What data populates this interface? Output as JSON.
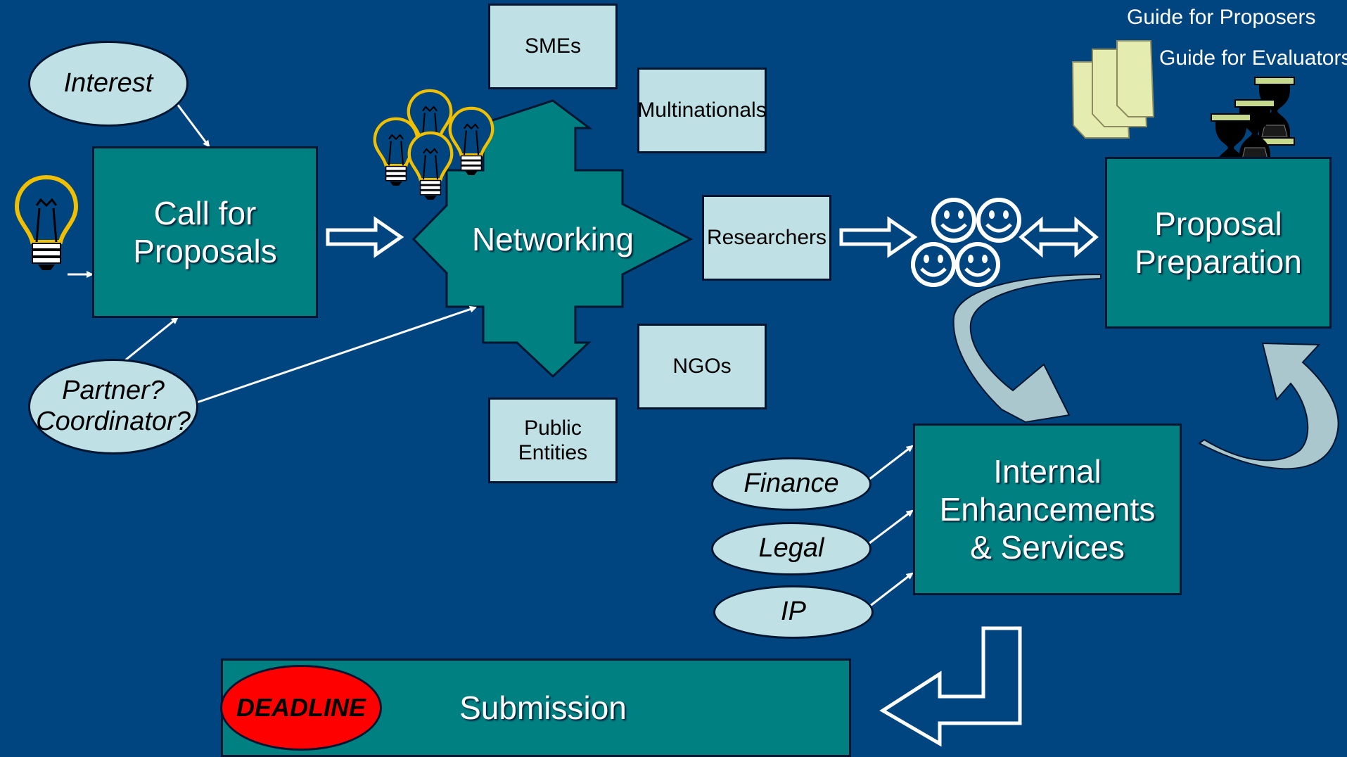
{
  "colors": {
    "background": "#00457f",
    "teal_box": "#008080",
    "light_box": "#bfe0e4",
    "deadline_red": "#ff0000",
    "bulb_yellow": "#f0c000",
    "pale_arrow": "#a9c7cc"
  },
  "icons": [
    "lightbulb-icon",
    "lightbulb-cluster-icon",
    "smiley-group-icon",
    "document-stack-icon",
    "hourglass-group-icon"
  ],
  "nodes": {
    "interest": "Interest",
    "call_for_proposals": "Call for\nProposals",
    "partner_coordinator": "Partner?\nCoordinator?",
    "networking": "Networking",
    "smes": "SMEs",
    "multinationals": "Multinationals",
    "researchers": "Researchers",
    "ngos": "NGOs",
    "public_entities": "Public Entities",
    "proposal_preparation": "Proposal\nPreparation",
    "internal_enhancements": "Internal\nEnhancements\n& Services",
    "finance": "Finance",
    "legal": "Legal",
    "ip": "IP",
    "submission": "Submission",
    "deadline": "DEADLINE"
  },
  "guides": {
    "proposers": "Guide for Proposers",
    "evaluators": "Guide for Evaluators"
  }
}
